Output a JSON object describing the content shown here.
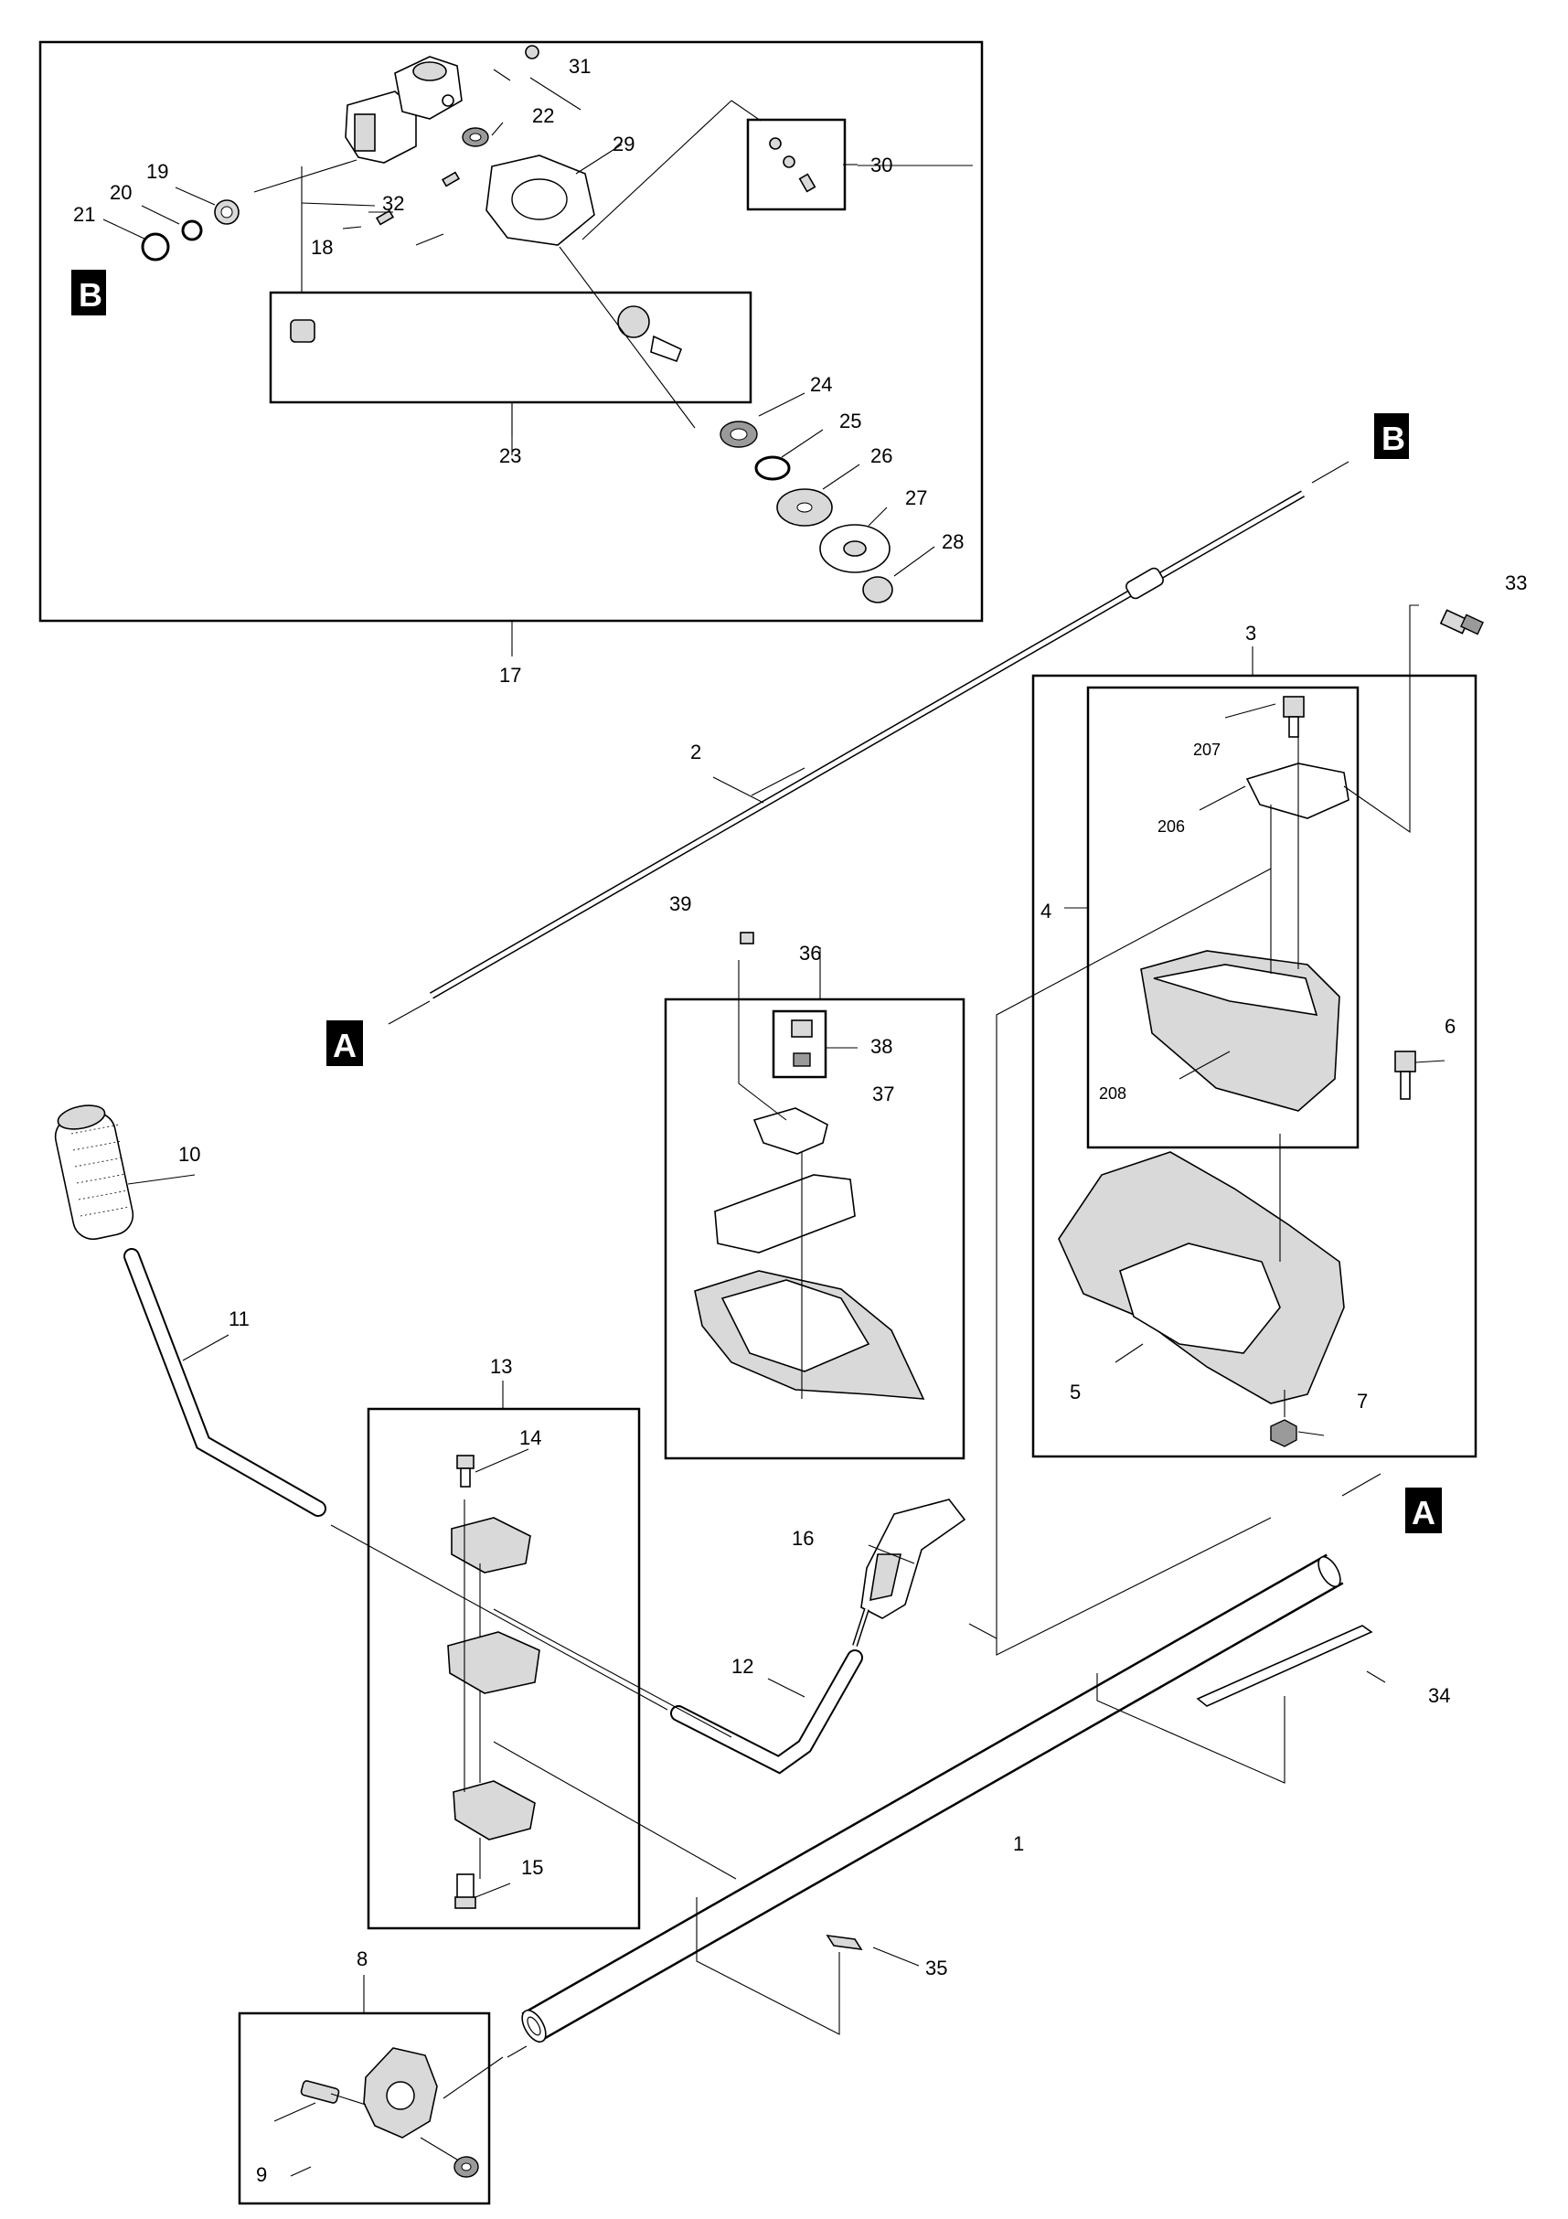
{
  "diagram": {
    "callouts": [
      "1",
      "2",
      "3",
      "4",
      "5",
      "6",
      "7",
      "8",
      "9",
      "10",
      "11",
      "12",
      "13",
      "14",
      "15",
      "16",
      "17",
      "18",
      "19",
      "20",
      "21",
      "22",
      "23",
      "24",
      "25",
      "26",
      "27",
      "28",
      "29",
      "30",
      "31",
      "32",
      "33",
      "34",
      "35",
      "36",
      "37",
      "38",
      "39",
      "206",
      "207",
      "208"
    ],
    "markers": [
      "A",
      "A",
      "B",
      "B"
    ],
    "colors": {
      "line": "#000000",
      "background": "#ffffff",
      "shade": "#d9d9d9"
    }
  }
}
